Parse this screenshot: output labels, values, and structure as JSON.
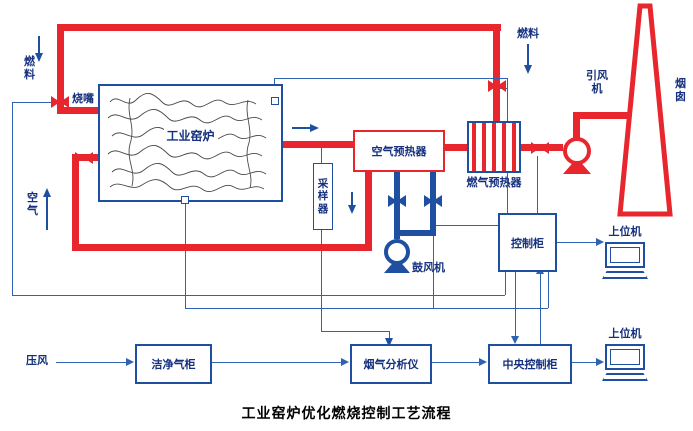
{
  "diagram": {
    "title": "工业窑炉优化燃烧控制工艺流程",
    "furnace": {
      "label": "工业窑炉",
      "burner": "烧嘴"
    },
    "inputs": {
      "fuel_left": "燃料",
      "fuel_right": "燃料",
      "air": "空气",
      "compressed_air": "压风"
    },
    "equipment": {
      "air_preheater": "空气预热器",
      "gas_preheater": "燃气预热器",
      "induced_draft_fan": "引风机",
      "chimney": "烟囱",
      "sampler": "采样器",
      "blower": "鼓风机",
      "control_cabinet": "控制柜",
      "clean_gas_cabinet": "洁净气柜",
      "flue_gas_analyzer": "烟气分析仪",
      "central_control_cabinet": "中央控制柜",
      "host_computer_top": "上位机",
      "host_computer_bottom": "上位机"
    },
    "colors": {
      "pipe_hot": "#e8262d",
      "pipe_air": "#1f4fa0",
      "signal_line": "#2f62b0",
      "label_text": "#15317e"
    },
    "icons": {
      "valve_icon": "bowtie-triangles",
      "fan_icon": "circle-with-triangle-base",
      "computer_icon": "monitor-with-keyboard",
      "flow_arrow_icon": "direction-triangle",
      "chimney_icon": "tapered-stack"
    }
  }
}
